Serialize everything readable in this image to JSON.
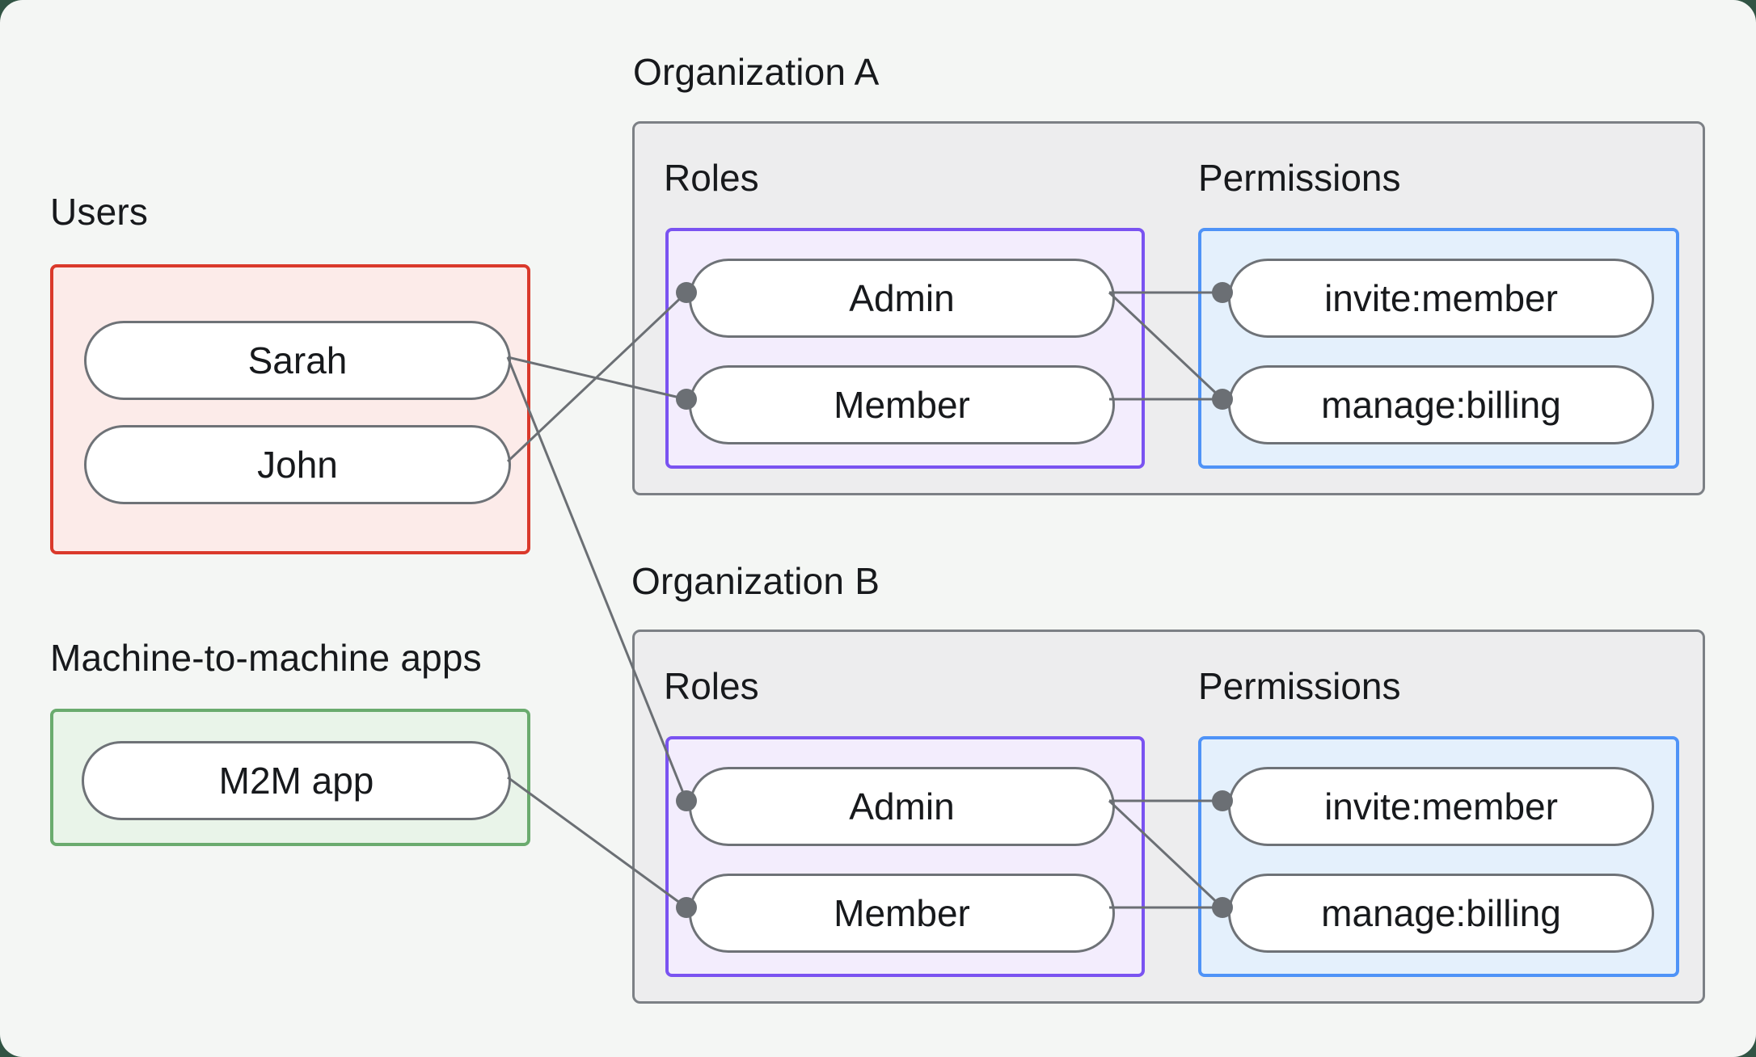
{
  "canvas": {
    "background": "#f4f6f4",
    "outer_background": "#315444"
  },
  "colors": {
    "users_border": "#da392b",
    "users_fill": "#fcebe9",
    "m2m_border": "#6aab6e",
    "m2m_fill": "#e9f4e9",
    "roles_border": "#7a53f1",
    "roles_fill": "#f3edfd",
    "permissions_border": "#4f93f7",
    "permissions_fill": "#e4f0fc",
    "org_border": "#7c8085",
    "org_fill": "#ededee",
    "node_border": "#6e7277",
    "wire": "#6b6f74",
    "text": "#17191c"
  },
  "users_group": {
    "label": "Users",
    "items": [
      "Sarah",
      "John"
    ]
  },
  "m2m_group": {
    "label": "Machine-to-machine apps",
    "items": [
      "M2M app"
    ]
  },
  "organizations": [
    {
      "title": "Organization A",
      "roles_label": "Roles",
      "permissions_label": "Permissions",
      "roles": [
        "Admin",
        "Member"
      ],
      "permissions": [
        "invite:member",
        "manage:billing"
      ]
    },
    {
      "title": "Organization B",
      "roles_label": "Roles",
      "permissions_label": "Permissions",
      "roles": [
        "Admin",
        "Member"
      ],
      "permissions": [
        "invite:member",
        "manage:billing"
      ]
    }
  ],
  "connections": [
    {
      "from": "Sarah",
      "to": "Organization A / Member"
    },
    {
      "from": "John",
      "to": "Organization A / Admin"
    },
    {
      "from": "Sarah",
      "to": "Organization B / Admin"
    },
    {
      "from": "M2M app",
      "to": "Organization B / Member"
    },
    {
      "from": "Organization A / Admin",
      "to": "Organization A / invite:member"
    },
    {
      "from": "Organization A / Admin",
      "to": "Organization A / manage:billing"
    },
    {
      "from": "Organization A / Member",
      "to": "Organization A / manage:billing"
    },
    {
      "from": "Organization B / Admin",
      "to": "Organization B / invite:member"
    },
    {
      "from": "Organization B / Admin",
      "to": "Organization B / manage:billing"
    },
    {
      "from": "Organization B / Member",
      "to": "Organization B / manage:billing"
    }
  ]
}
